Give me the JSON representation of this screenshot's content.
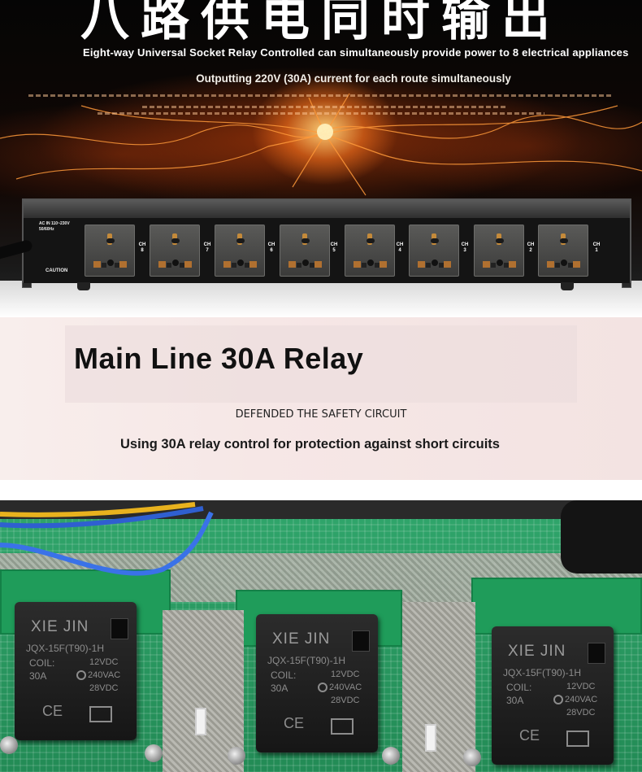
{
  "hero": {
    "title": "八路供电同时输出",
    "line1": "Eight-way Universal Socket Relay Controlled can simultaneously provide power to 8 electrical appliances",
    "line2": "Outputting 220V (30A) current for each route simultaneously",
    "device": {
      "input_label": "AC IN 110~230V",
      "input_sub": "50/60Hz",
      "caution_label": "CAUTION",
      "channels": [
        "CH 8",
        "CH 7",
        "CH 6",
        "CH 5",
        "CH 4",
        "CH 3",
        "CH 2",
        "CH 1"
      ]
    }
  },
  "banner": {
    "title": "Main Line 30A Relay",
    "subtitle": "DEFENDED THE SAFETY CIRCUIT",
    "description": "Using 30A relay control for protection against short circuits"
  },
  "board": {
    "relays": [
      {
        "brand": "XIE JIN",
        "model": "JQX-15F(T90)-1H",
        "coil": "COIL:",
        "amp": "30A",
        "v1": "12VDC",
        "v2": "240VAC",
        "v3": "28VDC",
        "mark": "CE"
      },
      {
        "brand": "XIE JIN",
        "model": "JQX-15F(T90)-1H",
        "coil": "COIL:",
        "amp": "30A",
        "v1": "12VDC",
        "v2": "240VAC",
        "v3": "28VDC",
        "mark": "CE"
      },
      {
        "brand": "XIE JIN",
        "model": "JQX-15F(T90)-1H",
        "coil": "COIL:",
        "amp": "30A",
        "v1": "12VDC",
        "v2": "240VAC",
        "v3": "28VDC",
        "mark": "CE"
      }
    ],
    "wire_colors": [
      "#e8b21e",
      "#2f5fd0",
      "#3a72e8"
    ]
  }
}
